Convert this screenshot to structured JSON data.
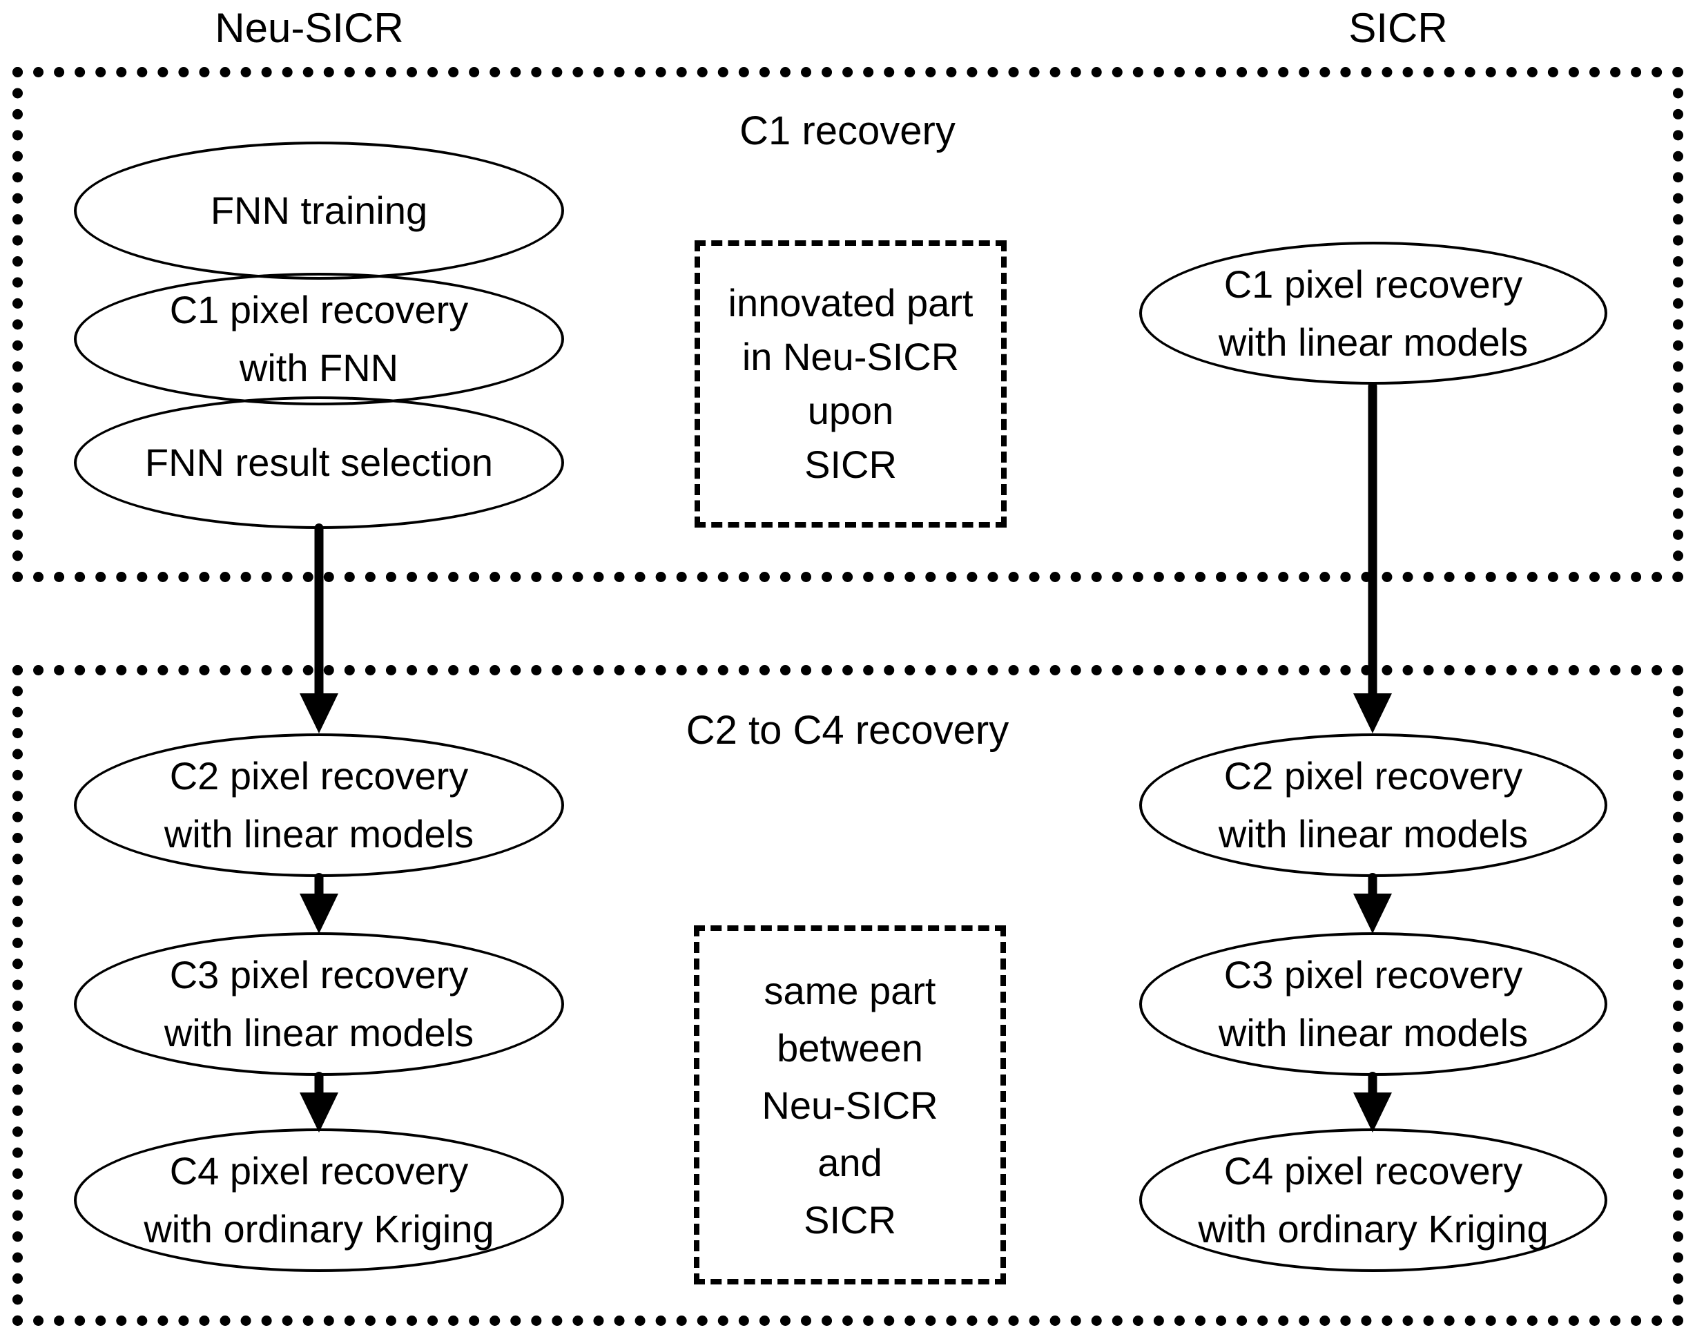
{
  "colors": {
    "ink": "#000000",
    "background": "#ffffff"
  },
  "headers": {
    "left": "Neu-SICR",
    "right": "SICR"
  },
  "sections": {
    "top": {
      "title": "C1 recovery"
    },
    "bottom": {
      "title": "C2 to C4 recovery"
    }
  },
  "notes": {
    "innovated": {
      "lines": [
        "innovated part",
        "in Neu-SICR",
        "upon",
        "SICR"
      ]
    },
    "same": {
      "lines": [
        "same part",
        "between",
        "Neu-SICR",
        "and",
        "SICR"
      ]
    }
  },
  "nodes": {
    "neu": [
      {
        "lines": [
          "FNN training"
        ]
      },
      {
        "lines": [
          "C1 pixel recovery",
          "with FNN"
        ]
      },
      {
        "lines": [
          "FNN result selection"
        ]
      },
      {
        "lines": [
          "C2 pixel recovery",
          "with linear models"
        ]
      },
      {
        "lines": [
          "C3 pixel recovery",
          "with linear models"
        ]
      },
      {
        "lines": [
          "C4 pixel recovery",
          "with ordinary Kriging"
        ]
      }
    ],
    "sicr": [
      {
        "lines": [
          "C1 pixel recovery",
          "with linear models"
        ]
      },
      {
        "lines": [
          "C2 pixel recovery",
          "with linear models"
        ]
      },
      {
        "lines": [
          "C3 pixel recovery",
          "with linear models"
        ]
      },
      {
        "lines": [
          "C4 pixel recovery",
          "with ordinary Kriging"
        ]
      }
    ]
  }
}
